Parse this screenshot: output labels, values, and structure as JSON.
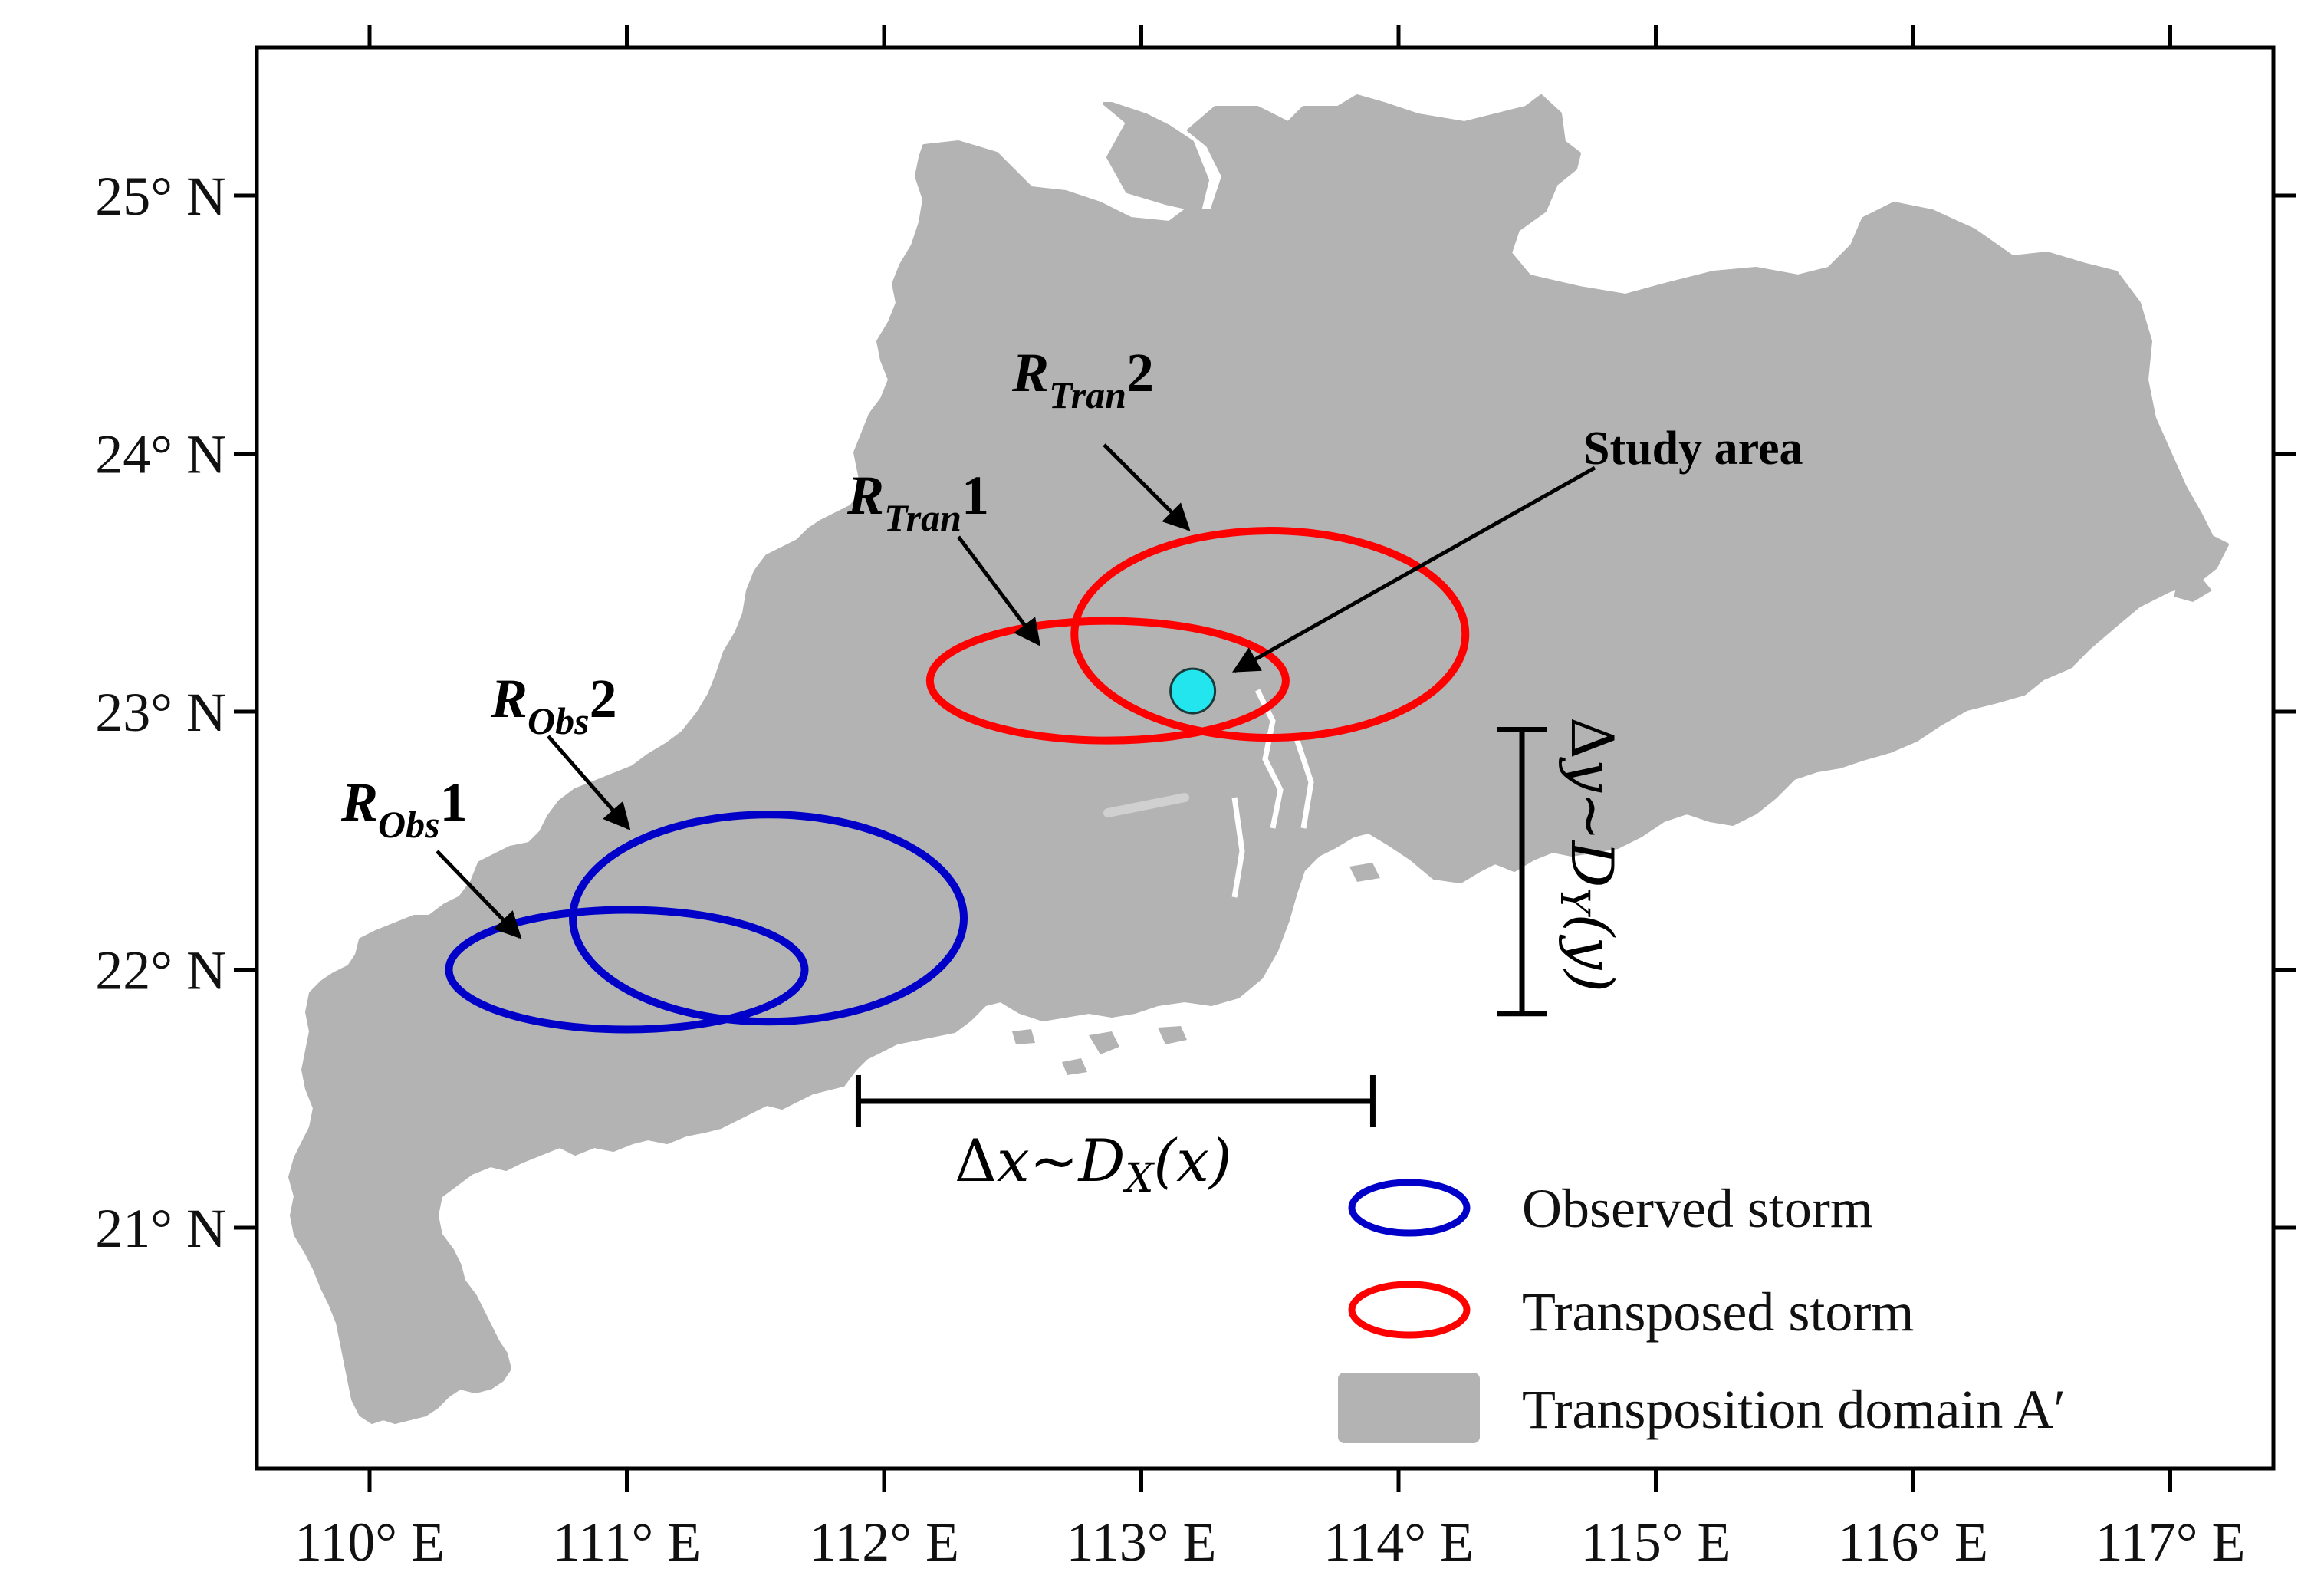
{
  "map": {
    "lon_ticks": [
      "110° E",
      "111° E",
      "112° E",
      "113° E",
      "114° E",
      "115° E",
      "116° E",
      "117° E"
    ],
    "lat_ticks": [
      "25° N",
      "24° N",
      "23° N",
      "22° N",
      "21° N"
    ],
    "study_area": {
      "label": "Study area",
      "lon": 113.2,
      "lat": 23.08,
      "color": "#22e5ee"
    },
    "storms": {
      "obs1": {
        "R": "R",
        "sub": "Obs",
        "num": "1",
        "lon": 111.0,
        "lat": 22.0,
        "color": "#0000c8"
      },
      "obs2": {
        "R": "R",
        "sub": "Obs",
        "num": "2",
        "lon": 111.55,
        "lat": 22.2,
        "color": "#0000c8"
      },
      "tran1": {
        "R": "R",
        "sub": "Tran",
        "num": "1",
        "lon": 112.87,
        "lat": 23.12,
        "color": "#ff0000"
      },
      "tran2": {
        "R": "R",
        "sub": "Tran",
        "num": "2",
        "lon": 113.5,
        "lat": 23.3,
        "color": "#ff0000"
      }
    },
    "dx": {
      "delta": "Δ",
      "var": "x",
      "tilde": "~",
      "D": "D",
      "sub": "X",
      "arg": "(x)",
      "lon_range": [
        111.9,
        113.9
      ]
    },
    "dy": {
      "delta": "Δ",
      "var": "y",
      "tilde": "~",
      "D": "D",
      "sub": "Y",
      "arg": "(y)",
      "lat_range": [
        21.83,
        22.93
      ]
    },
    "legend": {
      "observed": "Observed storm",
      "transposed": "Transposed storm",
      "domain": "Transposition domain A′"
    },
    "colors": {
      "domain": "#b3b3b3",
      "observed": "#0000c8",
      "transposed": "#ff0000"
    }
  }
}
